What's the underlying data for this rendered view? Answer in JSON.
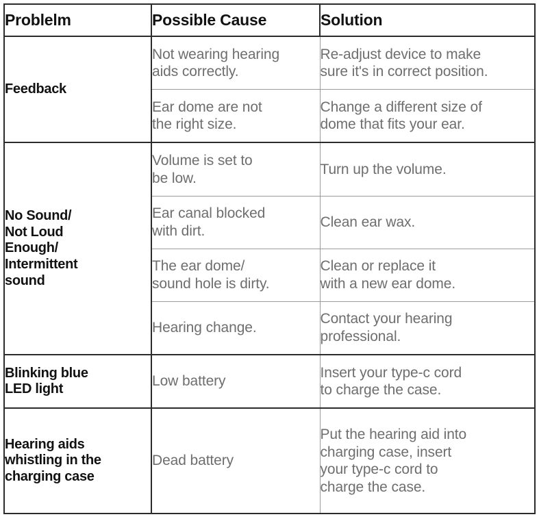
{
  "table": {
    "headers": {
      "problem": "Problelm",
      "cause": "Possible Cause",
      "solution": "Solution"
    },
    "colors": {
      "border_strong": "#2b2b2b",
      "border_light": "#9a9a9a",
      "header_text": "#121212",
      "problem_text": "#121212",
      "body_text": "#6e6e6e",
      "background": "#ffffff"
    },
    "sections": [
      {
        "problem": "Feedback",
        "rows": [
          {
            "cause": "Not wearing hearing\naids correctly.",
            "solution": "Re-adjust device to make\nsure it's in correct position."
          },
          {
            "cause": "Ear dome are not\nthe right size.",
            "solution": "Change a different size of\ndome that fits your ear."
          }
        ]
      },
      {
        "problem": "No Sound/\nNot Loud\nEnough/\nIntermittent\nsound",
        "rows": [
          {
            "cause": "Volume is set to\nbe low.",
            "solution": "Turn up the volume."
          },
          {
            "cause": "Ear canal blocked\nwith dirt.",
            "solution": "Clean ear wax."
          },
          {
            "cause": "The ear dome/\nsound hole is dirty.",
            "solution": "Clean or replace it\nwith a new ear dome."
          },
          {
            "cause": "Hearing change.",
            "solution": "Contact your hearing\nprofessional."
          }
        ]
      },
      {
        "problem": "Blinking blue\nLED light",
        "rows": [
          {
            "cause": "Low battery",
            "solution": "Insert your type-c cord\nto charge the case."
          }
        ]
      },
      {
        "problem": "Hearing aids\nwhistling in the\ncharging case",
        "rows": [
          {
            "cause": "Dead battery",
            "solution": "Put the hearing aid into\ncharging case, insert\nyour type-c cord to\ncharge the case."
          }
        ]
      }
    ]
  }
}
